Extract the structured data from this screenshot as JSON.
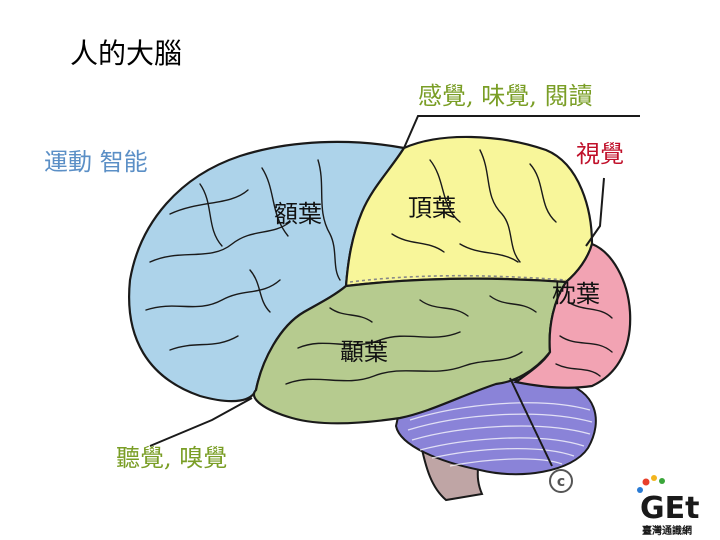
{
  "title": "人的大腦",
  "colors": {
    "frontal": "#add3ea",
    "parietal": "#f8f69a",
    "temporal": "#b6cb8f",
    "occipital": "#f2a3b3",
    "cerebellum": "#8a83d8",
    "brainstem": "#bfa5a5",
    "outline": "#1a1a1a",
    "label_blue": "#5b8fc6",
    "label_green": "#7a9e26",
    "label_red": "#c0102a",
    "label_black": "#111111"
  },
  "lobes": {
    "frontal": "額葉",
    "parietal": "頂葉",
    "occipital": "枕葉",
    "temporal": "顳葉"
  },
  "functions": {
    "sensation": "感覺, 味覺, 閱讀",
    "motor": "運動 智能",
    "vision": "視覺",
    "hearing": "聽覺, 嗅覺"
  },
  "watermark": "©",
  "logo": {
    "word": "GEt",
    "caption": "臺灣通識網"
  }
}
